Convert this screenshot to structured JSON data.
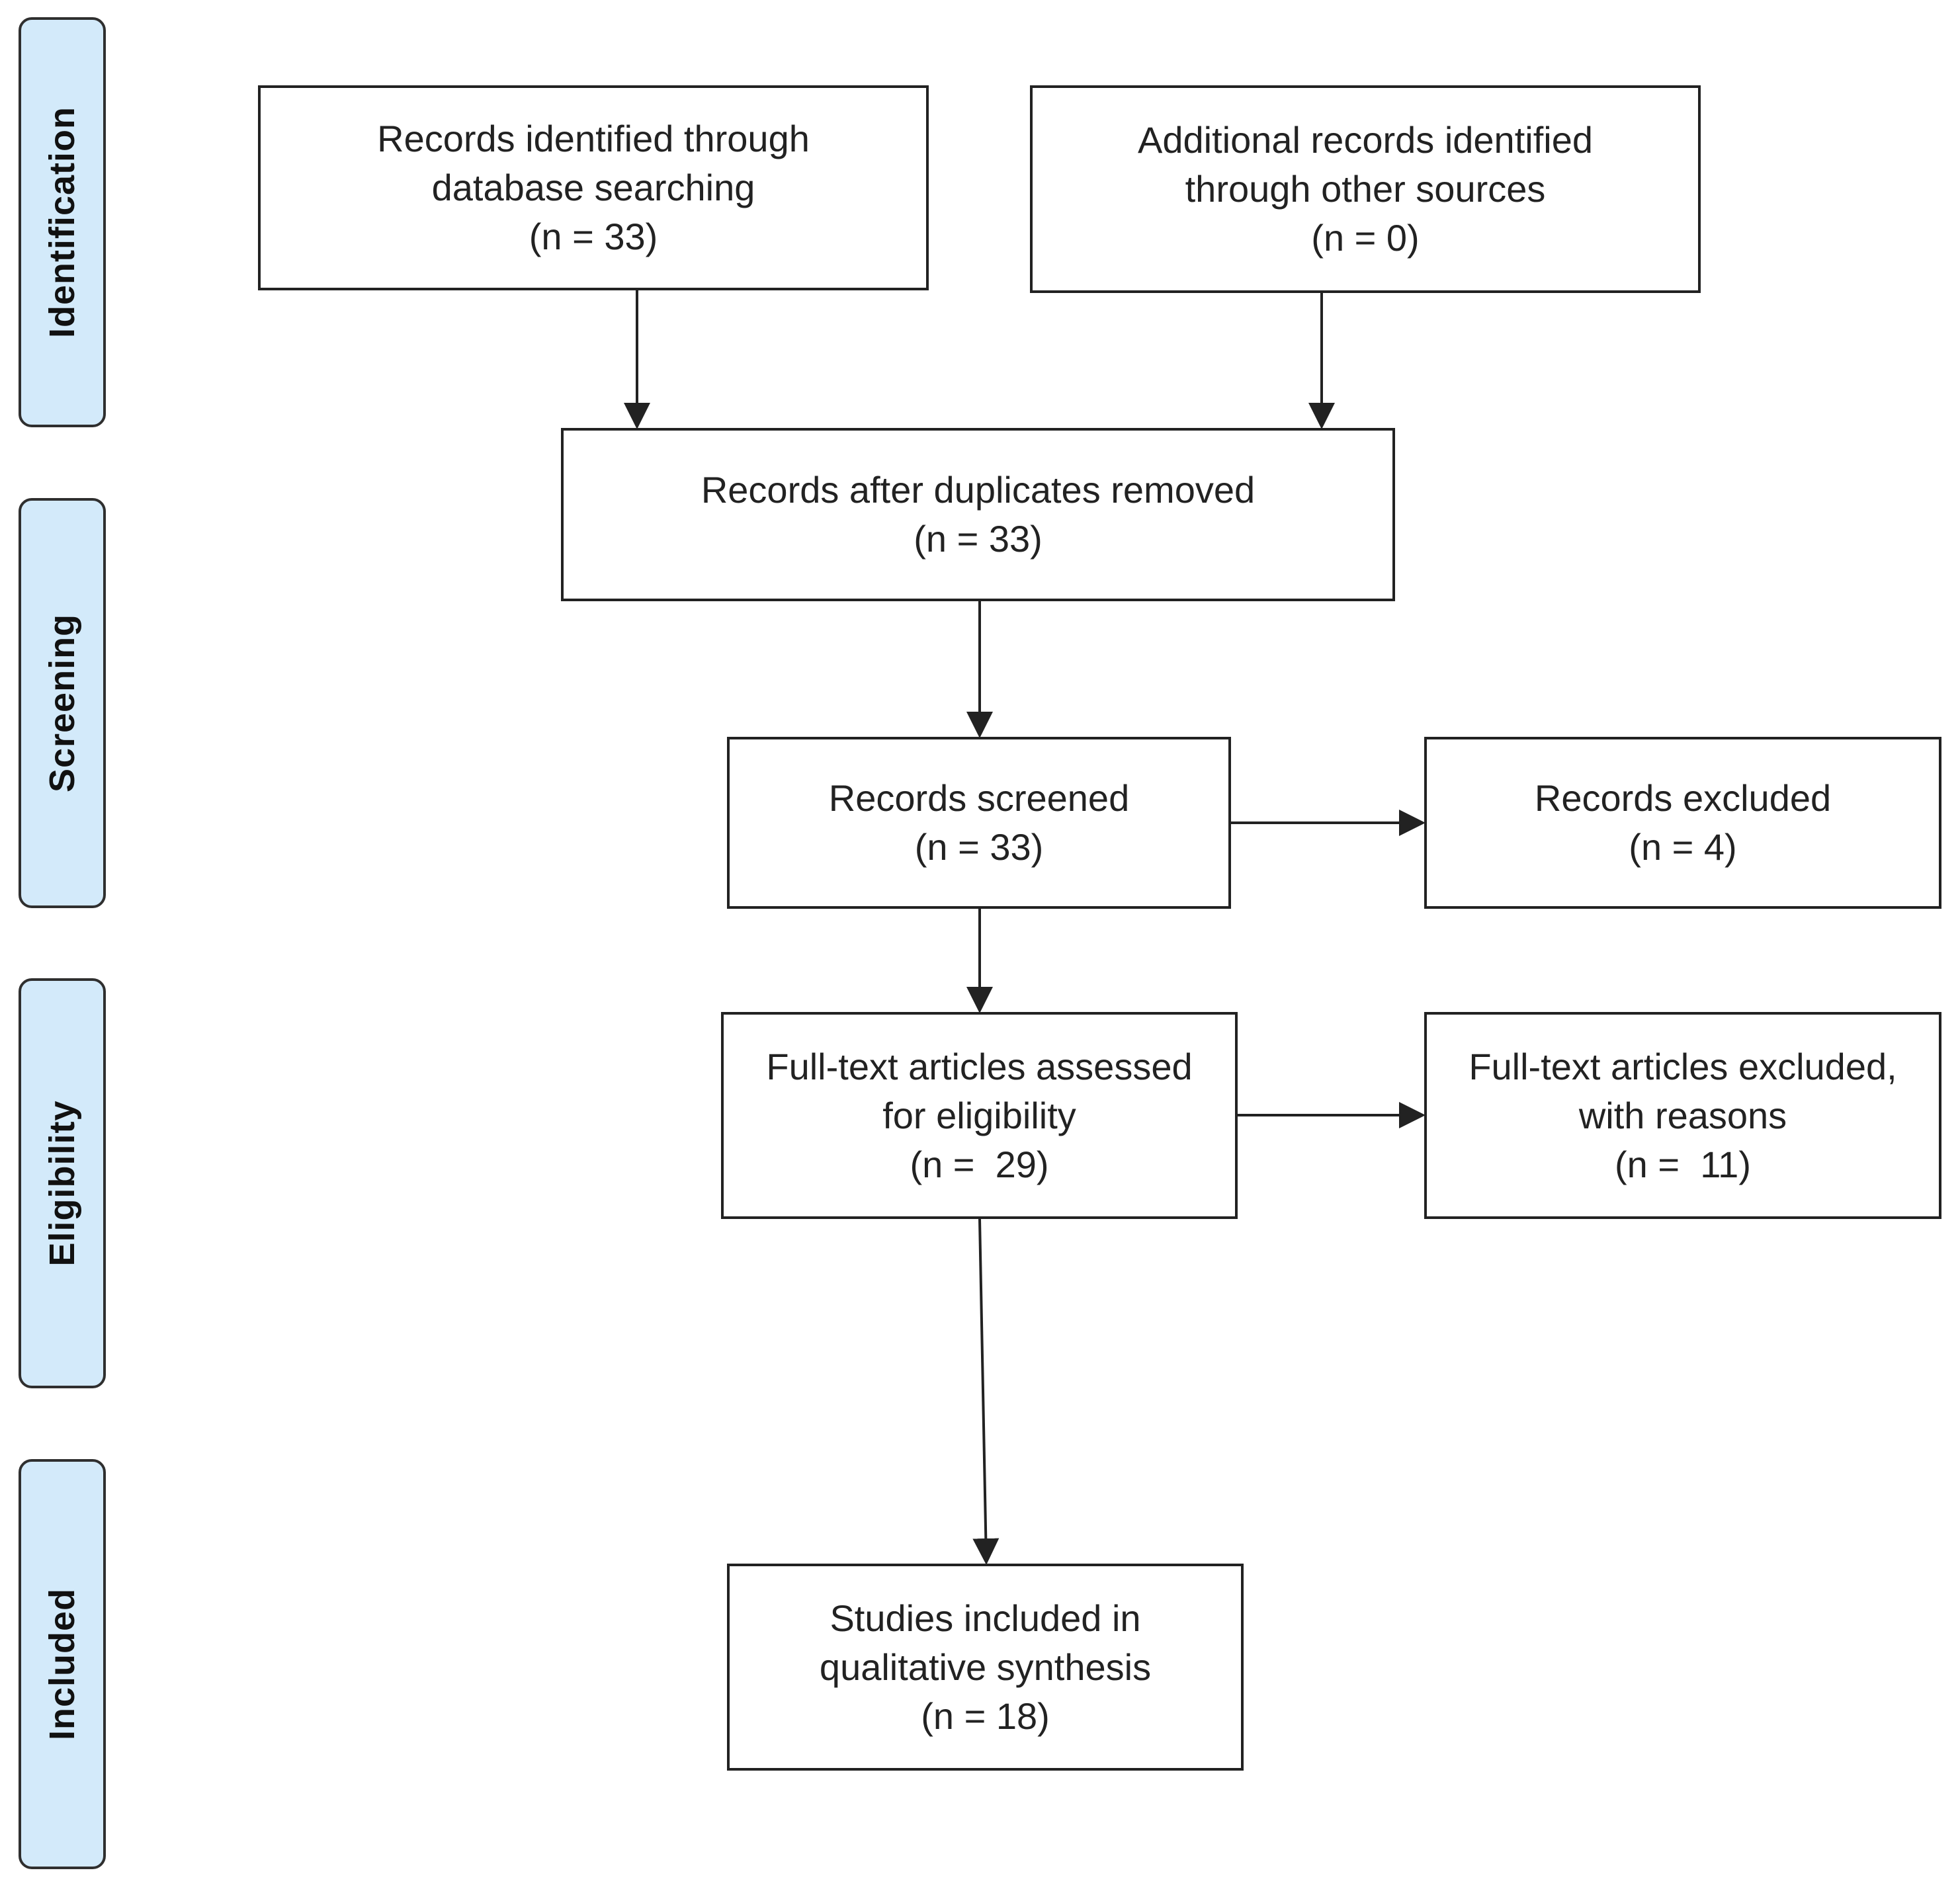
{
  "phases": {
    "identification": "Identification",
    "screening": "Screening",
    "eligibility": "Eligibility",
    "included": "Included"
  },
  "boxes": {
    "db_search": {
      "lines": [
        "Records identified through",
        "database searching",
        "(n = 33)"
      ]
    },
    "other_sources": {
      "lines": [
        "Additional records identified",
        "through other sources",
        "(n = 0)"
      ]
    },
    "duplicates_removed": {
      "lines": [
        "Records after duplicates removed",
        "(n = 33)"
      ]
    },
    "screened": {
      "lines": [
        "Records screened",
        "(n = 33)"
      ]
    },
    "excluded": {
      "lines": [
        "Records excluded",
        "(n = 4)"
      ]
    },
    "fulltext_assessed": {
      "lines": [
        "Full-text articles assessed",
        "for eligibility",
        "(n =  29)"
      ]
    },
    "fulltext_excluded": {
      "lines": [
        "Full-text articles excluded,",
        "with reasons",
        "(n =  11)"
      ]
    },
    "included_studies": {
      "lines": [
        "Studies included in",
        "qualitative synthesis",
        "(n = 18)"
      ]
    }
  },
  "colors": {
    "phase_fill": "#d3eafa",
    "line": "#222222"
  }
}
